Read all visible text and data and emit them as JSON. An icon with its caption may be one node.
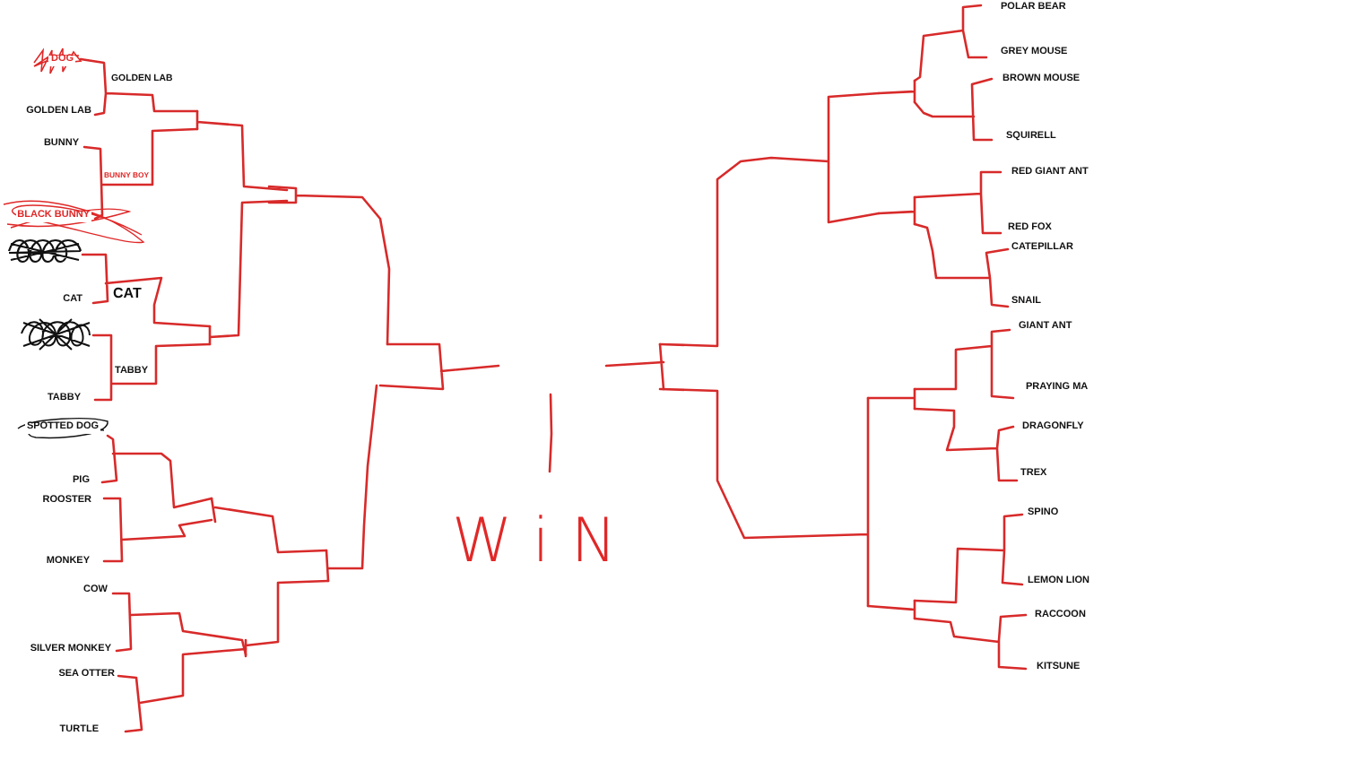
{
  "diagram": {
    "labels": [
      "DOG",
      "GOLDEN LAB",
      "GOLDEN LAB",
      "BUNNY",
      "BUNNY BOY",
      "BLACK BUNNY",
      "CAT",
      "CAT",
      "TABBY",
      "TABBY",
      "SPOTTED DOG",
      "PIG",
      "ROOSTER",
      "MONKEY",
      "COW",
      "SILVER MONKEY",
      "SEA OTTER",
      "TURTLE",
      "WiN",
      "POLAR BEAR",
      "GREY MOUSE",
      "BROWN MOUSE",
      "SQUIRELL",
      "RED GIANT ANT",
      "RED FOX",
      "CATEPILLAR",
      "SNAIL",
      "GIANT ANT",
      "PRAYING MA",
      "DRAGONFLY",
      "TREX",
      "SPINO",
      "LEMON LION",
      "RACCOON",
      "KITSUNE"
    ]
  }
}
